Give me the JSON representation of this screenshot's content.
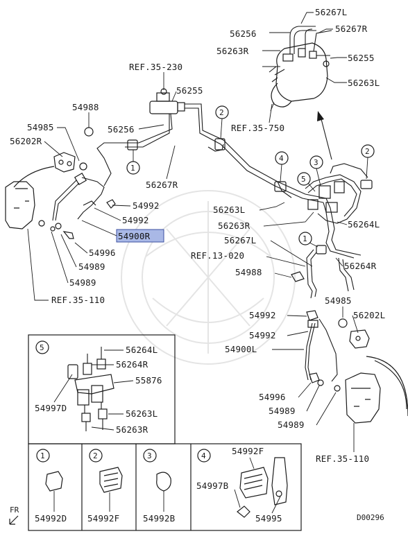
{
  "diagram": {
    "highlight": {
      "label": "54900R",
      "color": "#a9b8e6"
    },
    "labels": {
      "p56267L_top": "56267L",
      "p56256_top": "56256",
      "p56267R_top": "56267R",
      "p56263R_top": "56263R",
      "p56255_top": "56255",
      "p56263L_top": "56263L",
      "ref35_230": "REF.35-230",
      "ref35_750": "REF.35-750",
      "p56255_mid": "56255",
      "p54988_left": "54988",
      "p56256_mid": "56256",
      "p54985_left": "54985",
      "p56202R": "56202R",
      "p56267R_mid": "56267R",
      "p54992_a": "54992",
      "p54992_b": "54992",
      "p54996_left": "54996",
      "p54989_a": "54989",
      "p54989_b": "54989",
      "ref35_110_left": "REF.35-110",
      "p56263L_mid": "56263L",
      "p56263R_mid": "56263R",
      "p56264L_mid": "56264L",
      "p56267L_mid": "56267L",
      "ref13_020": "REF.13-020",
      "p54988_right": "54988",
      "p56264R_mid": "56264R",
      "p54985_right": "54985",
      "p54992_c": "54992",
      "p56202L": "56202L",
      "p54992_d": "54992",
      "p54900L": "54900L",
      "p54996_right": "54996",
      "p54989_c": "54989",
      "p54989_d": "54989",
      "ref35_110_right": "REF.35-110",
      "code": "D00296",
      "fr": "FR"
    },
    "callouts": {
      "c1": "1",
      "c2": "2",
      "c4": "4",
      "c3": "3",
      "c5": "5"
    },
    "inset5": {
      "num": "5",
      "labels": {
        "a": "56264L",
        "b": "56264R",
        "c": "55876",
        "d": "54997D",
        "e": "56263L",
        "f": "56263R"
      }
    },
    "clips": [
      {
        "num": "1",
        "label": "54992D"
      },
      {
        "num": "2",
        "label": "54992F"
      },
      {
        "num": "3",
        "label": "54992B"
      },
      {
        "num": "4",
        "top": "54992F",
        "left": "54997B",
        "bottom": "54995"
      }
    ]
  }
}
